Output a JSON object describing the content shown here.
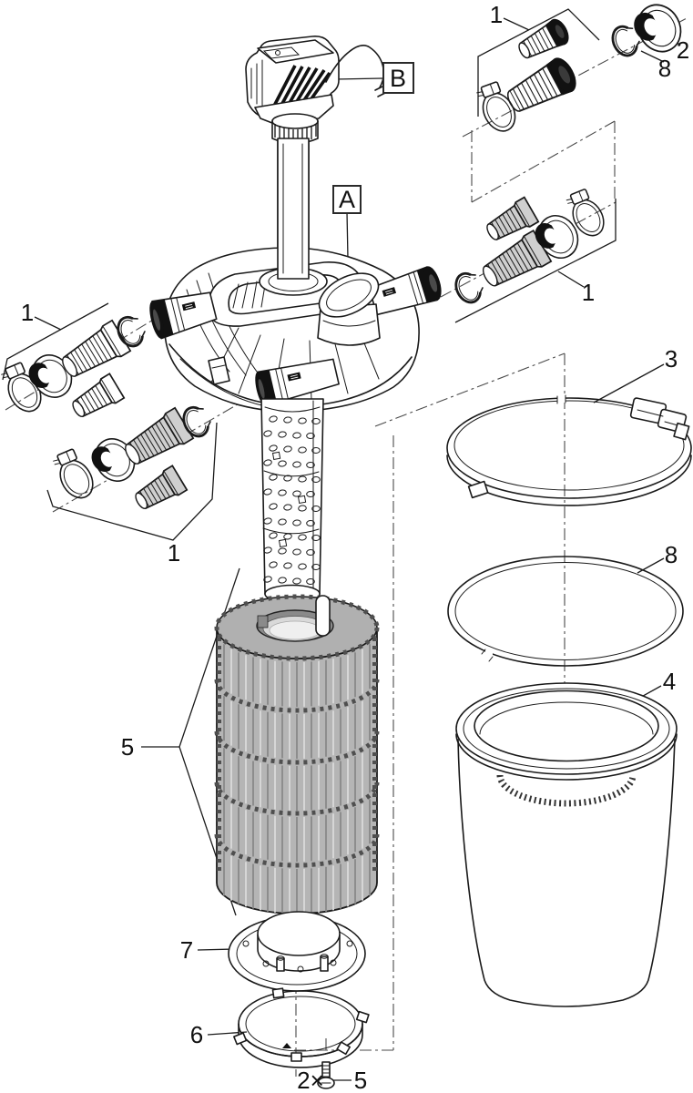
{
  "diagram": {
    "kind": "exploded-parts-diagram",
    "subject": "pressure-filter-assembly"
  },
  "callouts": {
    "ref_b": "B",
    "ref_a": "A",
    "part1_top_right": "1",
    "part2_union_nut": "2",
    "part8_clip": "8",
    "part1_mid_right": "1",
    "part3_clamp_ring": "3",
    "part8_oring": "8",
    "part4_container": "4",
    "part1_left_upper": "1",
    "part1_left_lower": "1",
    "part5_foam_stack": "5",
    "part7_bottom_plate": "7",
    "part6_bottom_ring": "6",
    "screw_quantity": "2×",
    "part5_screws": "5"
  },
  "colors": {
    "line": "#1a1a1a",
    "construction": "#4a4a4a",
    "black_part": "#111111",
    "foam_gray": "#b5b5b5",
    "foam_top": "#b0b0b0",
    "foam_pleat_dark": "#8d8d8d",
    "foam_pleat_light": "#d6d6d6",
    "gray_part": "#cfcfcf",
    "background": "#ffffff"
  }
}
